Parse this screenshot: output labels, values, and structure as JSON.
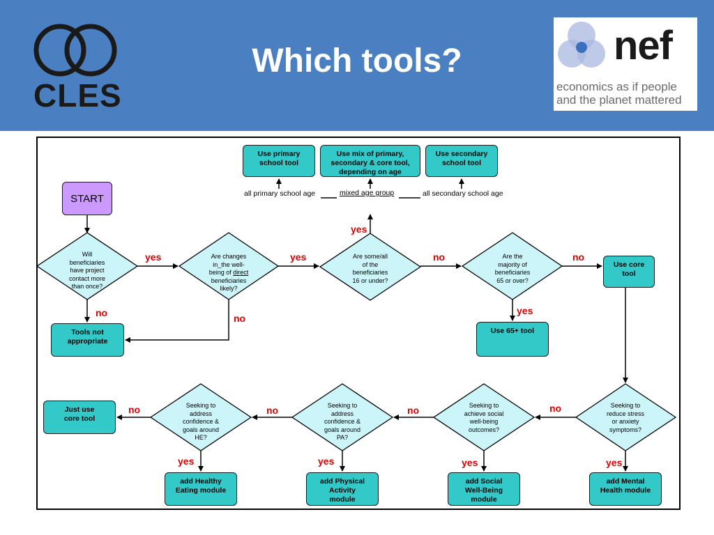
{
  "header": {
    "title": "Which tools?",
    "left_logo": {
      "text": "CLES"
    },
    "right_logo": {
      "wordmark": "nef",
      "tagline_1": "economics as if people",
      "tagline_2": "and the planet mattered"
    }
  },
  "colors": {
    "header_bg": "#4a7fc1",
    "box_fill": "#33c9c9",
    "diamond_fill": "#ccf5fa",
    "start_fill": "#cc99ff",
    "label_red": "#dd0000"
  },
  "flow": {
    "start": "START",
    "d_contact": "Will beneficiaries have project contact more than once?",
    "d_contact_lines": [
      "Will",
      "beneficiaries",
      "have project",
      "contact more",
      "than once?"
    ],
    "d_changes_lines": [
      "Are changes",
      "in_the well-",
      "being of direct",
      "beneficiaries",
      "likely?"
    ],
    "d_age16_lines": [
      "Are some/all",
      "of the",
      "beneficiaries",
      "16 or under?"
    ],
    "d_age65_lines": [
      "Are the",
      "majority of",
      "beneficiaries",
      "65 or over?"
    ],
    "d_stress_lines": [
      "Seeking to",
      "reduce  stress",
      "or anxiety",
      "symptoms?"
    ],
    "d_social_lines": [
      "Seeking to",
      "achieve social",
      "well-being",
      "outcomes?"
    ],
    "d_pa_lines": [
      "Seeking to",
      "address",
      "confidence &",
      "goals around",
      "PA?"
    ],
    "d_he_lines": [
      "Seeking to",
      "address",
      "confidence &",
      "goals around",
      "HE?"
    ],
    "box_primary": "Use primary school tool",
    "box_primary_lines": [
      "Use primary",
      "school tool"
    ],
    "box_mix_lines": [
      "Use mix of primary,",
      "secondary & core tool,",
      "depending on age"
    ],
    "box_secondary_lines": [
      "Use secondary",
      "school tool"
    ],
    "box_core_lines": [
      "Use core",
      "tool"
    ],
    "box_65_lines": [
      "Use 65+ tool"
    ],
    "box_notappropriate_lines": [
      "Tools not",
      "appropriate"
    ],
    "box_justcore_lines": [
      "Just use",
      "core tool"
    ],
    "box_he_lines": [
      "add Healthy",
      "Eating module"
    ],
    "box_pa_lines": [
      "add Physical",
      "Activity",
      "module"
    ],
    "box_social_lines": [
      "add Social",
      "Well-Being",
      "module"
    ],
    "box_mental_lines": [
      "add Mental",
      "Health module"
    ],
    "age_primary": "all primary school age",
    "age_mixed": "mixed age group",
    "age_secondary": "all secondary school age",
    "yes": "yes",
    "no": "no"
  }
}
